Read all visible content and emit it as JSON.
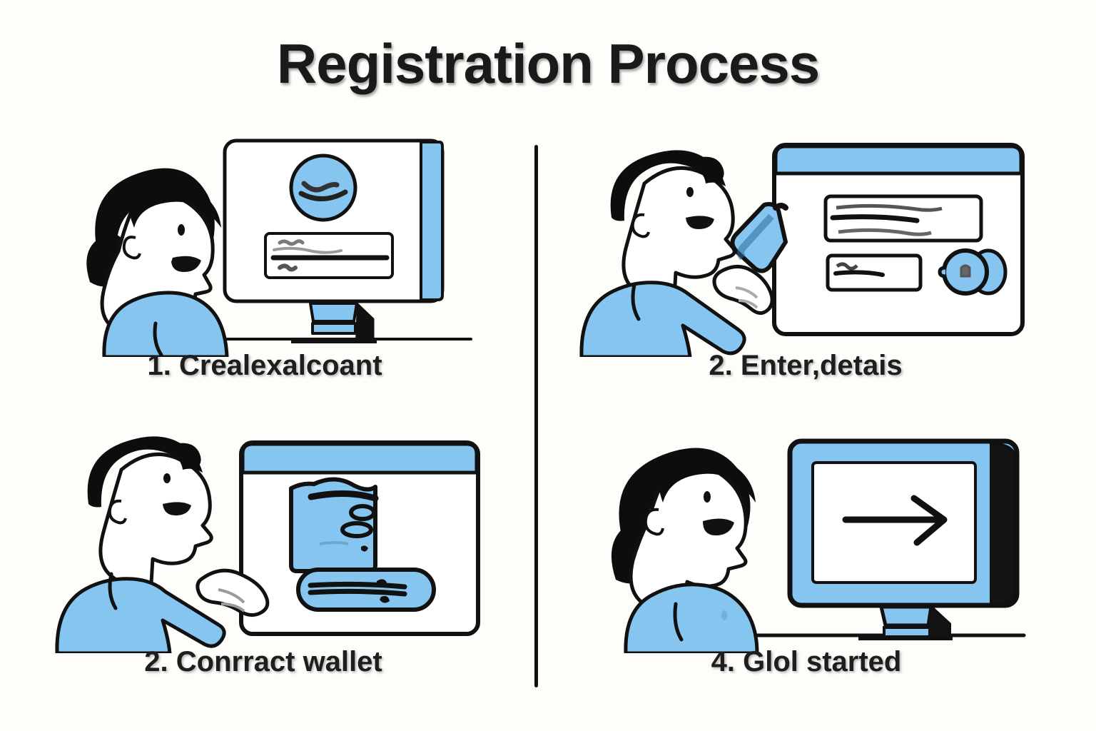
{
  "page": {
    "title": "Registration Process",
    "background_color": "#fdfdfa",
    "accent_color": "#85c5f0",
    "ink_color": "#111111"
  },
  "divider": {
    "orientation": "vertical"
  },
  "panels": [
    {
      "id": "panel-1",
      "caption": "1. Crealexalcoant",
      "person": {
        "gender_presentation": "woman",
        "hair": "ponytail",
        "shirt_color": "#85c5f0",
        "facing": "right"
      },
      "device": "desktop-monitor",
      "screen_contents": [
        "avatar-circle-icon",
        "form-field-box",
        "text-line",
        "text-line"
      ]
    },
    {
      "id": "panel-2",
      "caption": "2. Enter,detais",
      "person": {
        "gender_presentation": "man",
        "hair": "short",
        "shirt_color": "#85c5f0",
        "facing": "right"
      },
      "device": "form-window",
      "screen_contents": [
        "blue-title-bar",
        "input-field",
        "input-field",
        "lock-button-icon"
      ]
    },
    {
      "id": "panel-3",
      "caption": "2. Conrract wallet",
      "person": {
        "gender_presentation": "man",
        "hair": "short",
        "shirt_color": "#85c5f0",
        "facing": "right"
      },
      "device": "app-window",
      "screen_contents": [
        "blue-title-bar",
        "wallet-icon",
        "connect-button"
      ]
    },
    {
      "id": "panel-4",
      "caption": "4. Glol started",
      "person": {
        "gender_presentation": "woman",
        "hair": "long",
        "shirt_color": "#85c5f0",
        "facing": "right"
      },
      "device": "desktop-monitor",
      "screen_contents": [
        "arrow-right-icon"
      ]
    }
  ]
}
